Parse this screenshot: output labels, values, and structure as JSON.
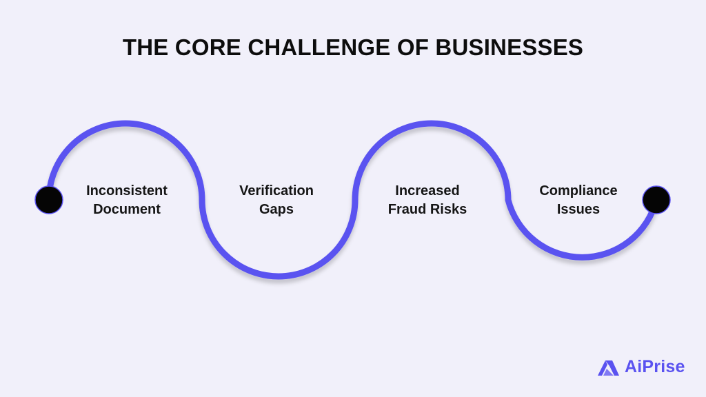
{
  "title": "THE CORE CHALLENGE OF BUSINESSES",
  "colors": {
    "accent": "#5a52f0",
    "node": "#050505",
    "background": "#f1f0fa"
  },
  "steps": [
    {
      "line1": "Inconsistent",
      "line2": "Document"
    },
    {
      "line1": "Verification",
      "line2": "Gaps"
    },
    {
      "line1": "Increased",
      "line2": "Fraud Risks"
    },
    {
      "line1": "Compliance",
      "line2": "Issues"
    }
  ],
  "brand": {
    "name": "AiPrise",
    "icon": "aiprise-logo-icon"
  }
}
